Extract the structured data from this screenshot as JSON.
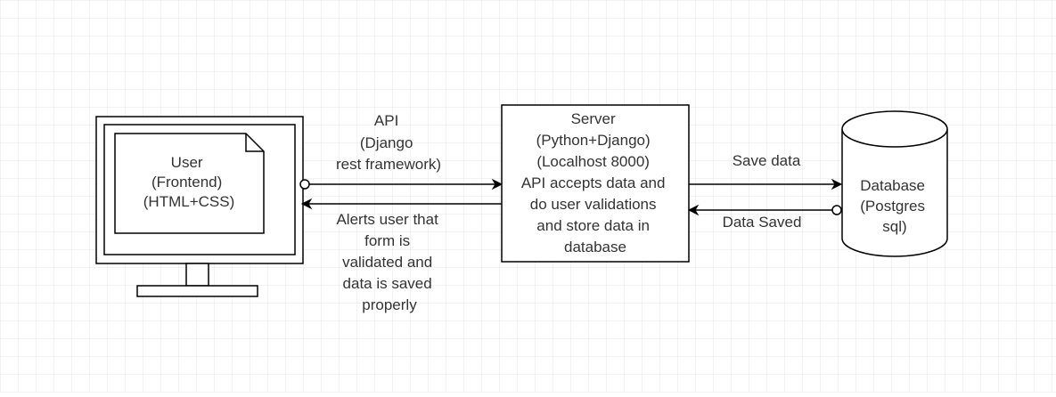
{
  "user_node": {
    "lines": [
      "User",
      "(Frontend)",
      "(HTML+CSS)"
    ]
  },
  "api_label": {
    "lines": [
      "API",
      "(Django",
      "rest framework)"
    ]
  },
  "alert_label": {
    "lines": [
      "Alerts user that",
      "form is",
      "validated and",
      "data is saved",
      "properly"
    ]
  },
  "server_node": {
    "lines": [
      "Server",
      "(Python+Django)",
      "(Localhost 8000)",
      "API accepts data and",
      "do user validations",
      "and store data in",
      "database"
    ]
  },
  "save_label": {
    "text": "Save data"
  },
  "saved_label": {
    "text": "Data Saved"
  },
  "database_node": {
    "lines": [
      "Database",
      "(Postgres",
      "sql)"
    ]
  },
  "colors": {
    "stroke": "#000000",
    "text": "#333333",
    "grid": "#e6e6e6",
    "background": "#ffffff"
  }
}
